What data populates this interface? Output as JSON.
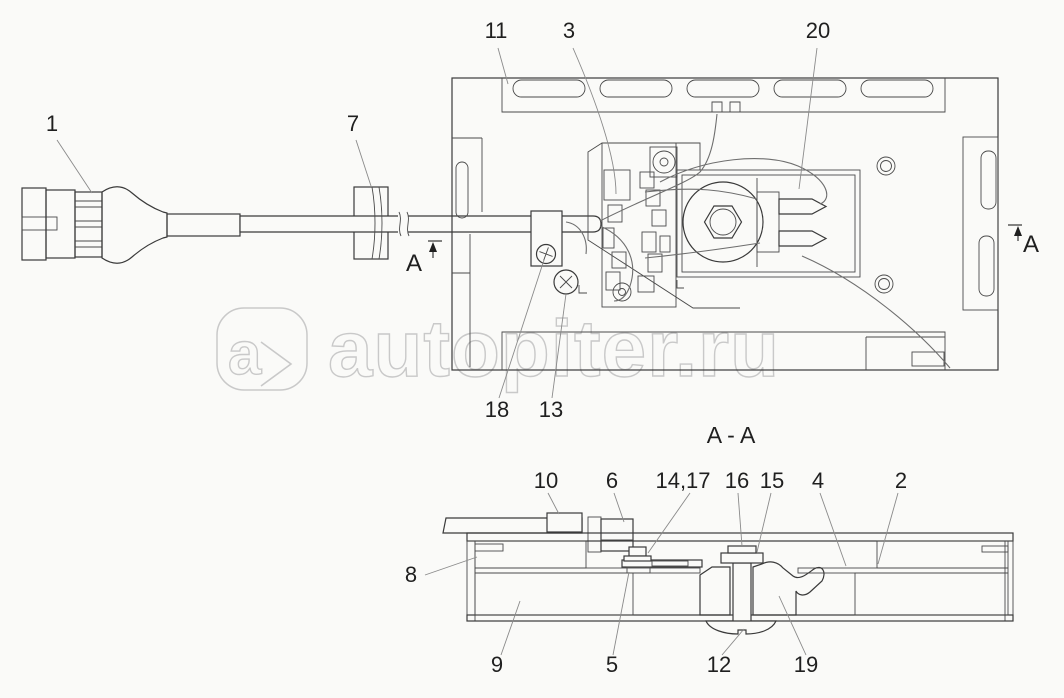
{
  "watermark": {
    "logo_letter": "a",
    "brand_text": "autopiter.ru"
  },
  "section_view": {
    "title": "A - A"
  },
  "cut_markers": {
    "left": "A",
    "right": "A"
  },
  "callouts": {
    "n1": "1",
    "n2": "2",
    "n3": "3",
    "n4": "4",
    "n5": "5",
    "n6": "6",
    "n7": "7",
    "n8": "8",
    "n9": "9",
    "n10": "10",
    "n11": "11",
    "n12": "12",
    "n13": "13",
    "n14_17": "14,17",
    "n15": "15",
    "n16": "16",
    "n18": "18",
    "n19": "19",
    "n20": "20"
  }
}
